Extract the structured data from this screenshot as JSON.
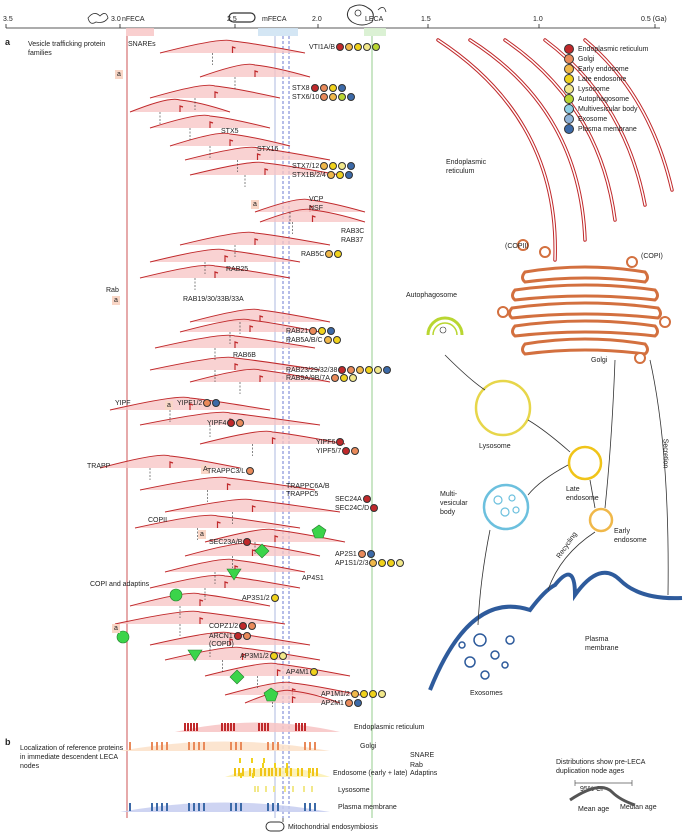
{
  "axis": {
    "ticks": [
      "3.5",
      "3.0",
      "2.5",
      "2.0",
      "1.5",
      "1.0",
      "0.5 (Ga)"
    ],
    "events": [
      "nFECA",
      "mFECA",
      "LECA"
    ]
  },
  "panel_a": {
    "label": "a",
    "title": "Vesicle trafficking protein families",
    "families": [
      "SNAREs",
      "Rab",
      "YIPF",
      "TRAPP",
      "COPII",
      "COPI and adaptins"
    ],
    "a_markers": [
      "a",
      "a",
      "a",
      "a",
      "A",
      "a",
      "a"
    ],
    "genes": [
      {
        "name": "VTI1A/B",
        "colors": [
          "#c0292b",
          "#f0b84a",
          "#f0d21c",
          "#f2e88a",
          "#b9d631"
        ]
      },
      {
        "name": "STX8",
        "colors": [
          "#c0292b",
          "#e98a5a",
          "#f0d21c",
          "#3c6aa8"
        ]
      },
      {
        "name": "STX6/10",
        "colors": [
          "#e98a5a",
          "#f0b84a",
          "#b9d631",
          "#3c6aa8"
        ]
      },
      {
        "name": "STX5",
        "colors": []
      },
      {
        "name": "STX16",
        "colors": []
      },
      {
        "name": "STX7/12",
        "colors": [
          "#f0b84a",
          "#f0d21c",
          "#f2e88a",
          "#3c6aa8"
        ]
      },
      {
        "name": "STX1B/2/4",
        "colors": [
          "#f0b84a",
          "#f0d21c",
          "#3c6aa8"
        ]
      },
      {
        "name": "VCP",
        "colors": []
      },
      {
        "name": "NSF",
        "colors": []
      },
      {
        "name": "RAB3C",
        "colors": []
      },
      {
        "name": "RAB37",
        "colors": []
      },
      {
        "name": "RAB5C",
        "colors": [
          "#f0b84a",
          "#f0d21c"
        ]
      },
      {
        "name": "RAB25",
        "colors": []
      },
      {
        "name": "RAB19/30/33B/33A",
        "colors": []
      },
      {
        "name": "RAB21",
        "colors": [
          "#e98a5a",
          "#f0d21c",
          "#3c6aa8"
        ]
      },
      {
        "name": "RAB5A/B/C",
        "colors": [
          "#f0b84a",
          "#f0d21c"
        ]
      },
      {
        "name": "RAB6B",
        "colors": []
      },
      {
        "name": "RAB23/29/32/38",
        "colors": [
          "#c0292b",
          "#e98a5a",
          "#f0b84a",
          "#f0d21c",
          "#f2e88a",
          "#3c6aa8"
        ]
      },
      {
        "name": "RAB9A/9B/7A",
        "colors": [
          "#e98a5a",
          "#f0d21c",
          "#f2e88a"
        ]
      },
      {
        "name": "YIPF1/2",
        "colors": [
          "#e98a5a",
          "#3c6aa8"
        ]
      },
      {
        "name": "YIPF4",
        "colors": [
          "#c0292b",
          "#e98a5a"
        ]
      },
      {
        "name": "YIPF6",
        "colors": [
          "#c0292b"
        ]
      },
      {
        "name": "YIPF5/7",
        "colors": [
          "#c0292b",
          "#e98a5a"
        ]
      },
      {
        "name": "TRAPPC3/L",
        "colors": [
          "#e98a5a"
        ]
      },
      {
        "name": "TRAPPC6A/B",
        "colors": []
      },
      {
        "name": "TRAPPC5",
        "colors": []
      },
      {
        "name": "SEC24A",
        "colors": [
          "#c0292b"
        ]
      },
      {
        "name": "SEC24C/D",
        "colors": [
          "#c0292b"
        ]
      },
      {
        "name": "SEC23A/B",
        "colors": [
          "#c0292b"
        ]
      },
      {
        "name": "AP2S1",
        "colors": [
          "#e98a5a",
          "#3c6aa8"
        ]
      },
      {
        "name": "AP1S1/2/3",
        "colors": [
          "#f0b84a",
          "#f0d21c",
          "#f0d21c",
          "#f2e88a"
        ]
      },
      {
        "name": "AP4S1",
        "colors": []
      },
      {
        "name": "AP3S1/2",
        "colors": [
          "#f0d21c"
        ]
      },
      {
        "name": "COPZ1/2",
        "colors": [
          "#c0292b",
          "#e98a5a"
        ]
      },
      {
        "name": "ARCN1",
        "colors": [
          "#c0292b",
          "#e98a5a"
        ]
      },
      {
        "name": "(COPD)",
        "colors": []
      },
      {
        "name": "AP3M1/2",
        "colors": [
          "#f0d21c",
          "#f2e88a"
        ]
      },
      {
        "name": "AP4M1",
        "colors": [
          "#f0d21c"
        ]
      },
      {
        "name": "AP1M1/2",
        "colors": [
          "#f0b84a",
          "#f0d21c",
          "#f0d21c",
          "#f2e88a"
        ]
      },
      {
        "name": "AP2M1",
        "colors": [
          "#e98a5a",
          "#3c6aa8"
        ]
      }
    ]
  },
  "legend": [
    {
      "label": "Endoplasmic reticulum",
      "color": "#c0292b"
    },
    {
      "label": "Golgi",
      "color": "#e98a5a"
    },
    {
      "label": "Early endosome",
      "color": "#f0b84a"
    },
    {
      "label": "Late endosome",
      "color": "#f0d21c"
    },
    {
      "label": "Lysosome",
      "color": "#f2e88a"
    },
    {
      "label": "Autophagosome",
      "color": "#b9d631"
    },
    {
      "label": "Multivesicular body",
      "color": "#8ed0e8"
    },
    {
      "label": "Exosome",
      "color": "#8fb3d9"
    },
    {
      "label": "Plasma membrane",
      "color": "#3c6aa8"
    }
  ],
  "cell": {
    "er": "Endoplasmic reticulum",
    "copii": "(COPII)",
    "copi": "(COPI)",
    "golgi": "Golgi",
    "autophagosome": "Autophagosome",
    "lysosome": "Lysosome",
    "late_endosome": "Late endosome",
    "mvb": "Multi- vesicular body",
    "early_endosome": "Early endosome",
    "recycling": "Recycling",
    "secretion": "Secretion",
    "plasma_membrane": "Plasma membrane",
    "exosomes": "Exosomes"
  },
  "panel_b": {
    "label": "b",
    "description": "Localization of reference proteins in immediate descendent LECA nodes",
    "rows": [
      {
        "label": "Endoplasmic reticulum",
        "color": "#c0292b"
      },
      {
        "label": "Golgi",
        "color": "#e98a5a"
      },
      {
        "label": "SNARE",
        "color": "#555555"
      },
      {
        "label": "Rab",
        "color": "#555555"
      },
      {
        "label": "Adaptins",
        "color": "#555555"
      },
      {
        "label": "Endosome (early + late)",
        "color": "#f0c419"
      },
      {
        "label": "Lysosome",
        "color": "#f2e88a"
      },
      {
        "label": "Plasma membrane",
        "color": "#3c6aa8"
      }
    ],
    "note_title": "Distributions show pre-LECA duplication node ages",
    "ci_label": "95% CI",
    "mean_label": "Mean age",
    "median_label": "Median age"
  },
  "footer": "Mitochondrial endosymbiosis"
}
